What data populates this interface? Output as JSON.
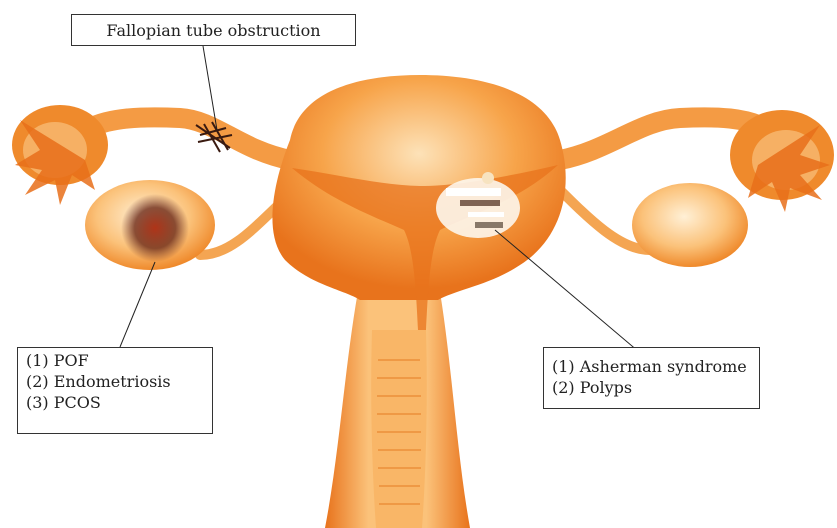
{
  "labels": {
    "tube": "Fallopian tube obstruction",
    "ovary": [
      "(1) POF",
      "(2) Endometriosis",
      "(3) PCOS"
    ],
    "uterus": [
      "(1) Asherman syndrome",
      "(2) Polyps"
    ]
  },
  "colors": {
    "body_dark": "#e8731c",
    "body_mid": "#f5993d",
    "body_light": "#fde2b8",
    "lesion": "#7a2a14"
  }
}
